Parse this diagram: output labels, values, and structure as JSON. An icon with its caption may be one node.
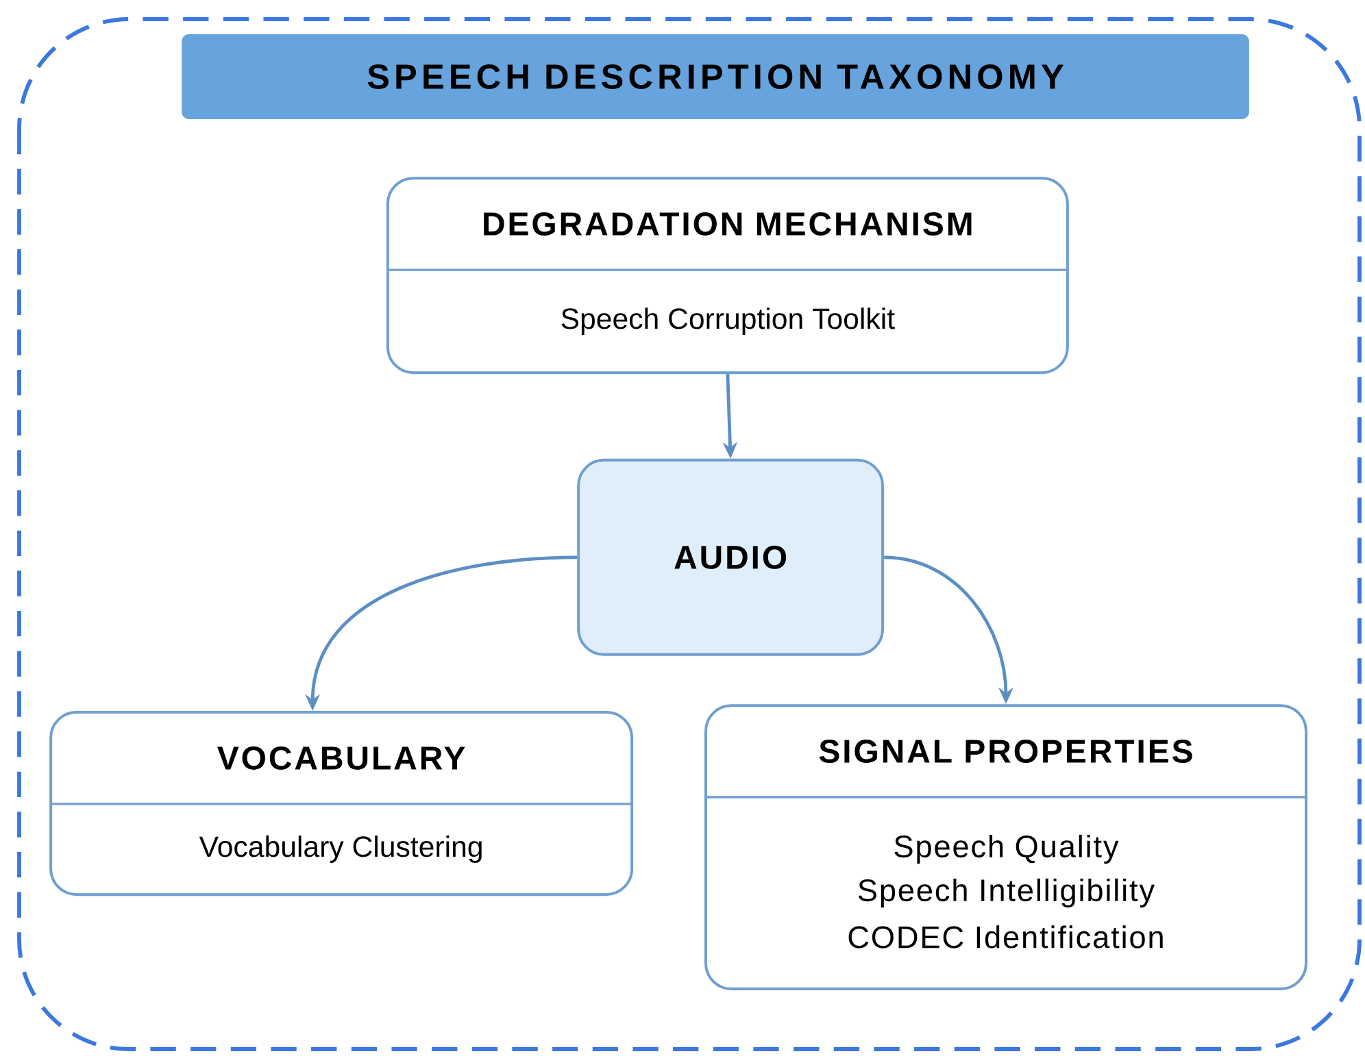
{
  "diagram": {
    "title": "SPEECH DESCRIPTION TAXONOMY",
    "nodes": [
      {
        "text": [
          "DEGRADATION MECHANISM",
          "Speech Corruption Toolkit"
        ]
      },
      {
        "text": [
          "AUDIO"
        ]
      },
      {
        "text": [
          "VOCABULARY",
          "Vocabulary Clustering"
        ]
      },
      {
        "text": [
          "SIGNAL PROPERTIES",
          "Speech Quality",
          "Speech Intelligibility",
          "CODEC Identification"
        ]
      }
    ],
    "edges": [
      {
        "from": 0,
        "to": 1,
        "arrow": "to"
      },
      {
        "from": 1,
        "to": 2,
        "arrow": "to"
      },
      {
        "from": 1,
        "to": 3,
        "arrow": "to"
      }
    ]
  }
}
